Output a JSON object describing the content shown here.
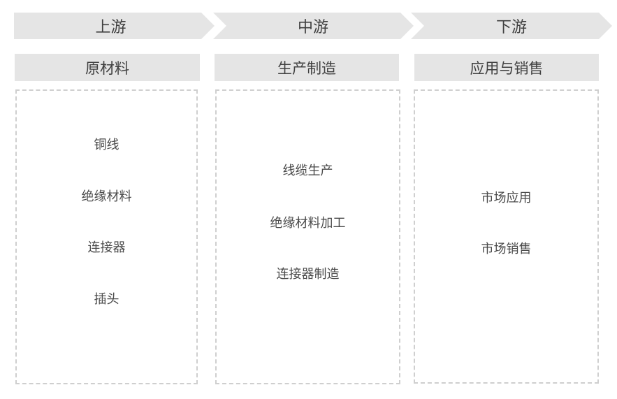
{
  "stages": {
    "upstream": {
      "title": "上游",
      "category": "原材料",
      "items": [
        "铜线",
        "绝缘材料",
        "连接器",
        "插头"
      ]
    },
    "midstream": {
      "title": "中游",
      "category": "生产制造",
      "items": [
        "线缆生产",
        "绝缘材料加工",
        "连接器制造"
      ]
    },
    "downstream": {
      "title": "下游",
      "category": "应用与销售",
      "items": [
        "市场应用",
        "市场销售"
      ]
    }
  },
  "colors": {
    "chevron_fill": "#e5e5e5",
    "header_fill": "#e5e5e5",
    "dashed_border": "#cfcfcf",
    "text": "#404040"
  }
}
